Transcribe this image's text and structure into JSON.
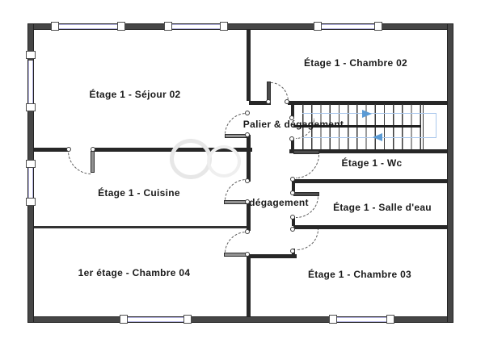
{
  "floorplan": {
    "room_labels": {
      "sejour": "Étage 1 - Séjour 02",
      "chambre02": "Étage 1 - Chambre 02",
      "palier": "Palier & dégagement",
      "wc": "Étage 1 - Wc",
      "cuisine": "Étage 1 - Cuisine",
      "degagement": "dégagement",
      "salle_deau": "Étage 1 - Salle d'eau",
      "chambre04": "1er étage - Chambre 04",
      "chambre03": "Étage 1 - Chambre 03"
    },
    "icons": {
      "stair_up_arrow": "right-triangle",
      "stair_down_arrow": "left-triangle"
    },
    "colors": {
      "wall": "#464646",
      "interior_wall": "#272727",
      "window": "#b4b2e2",
      "stair_path": "#abc8ec",
      "stair_arrow": "#5b9bd5",
      "door_arc": "#5a5a5a",
      "label_text": "#1a1a1a"
    }
  }
}
